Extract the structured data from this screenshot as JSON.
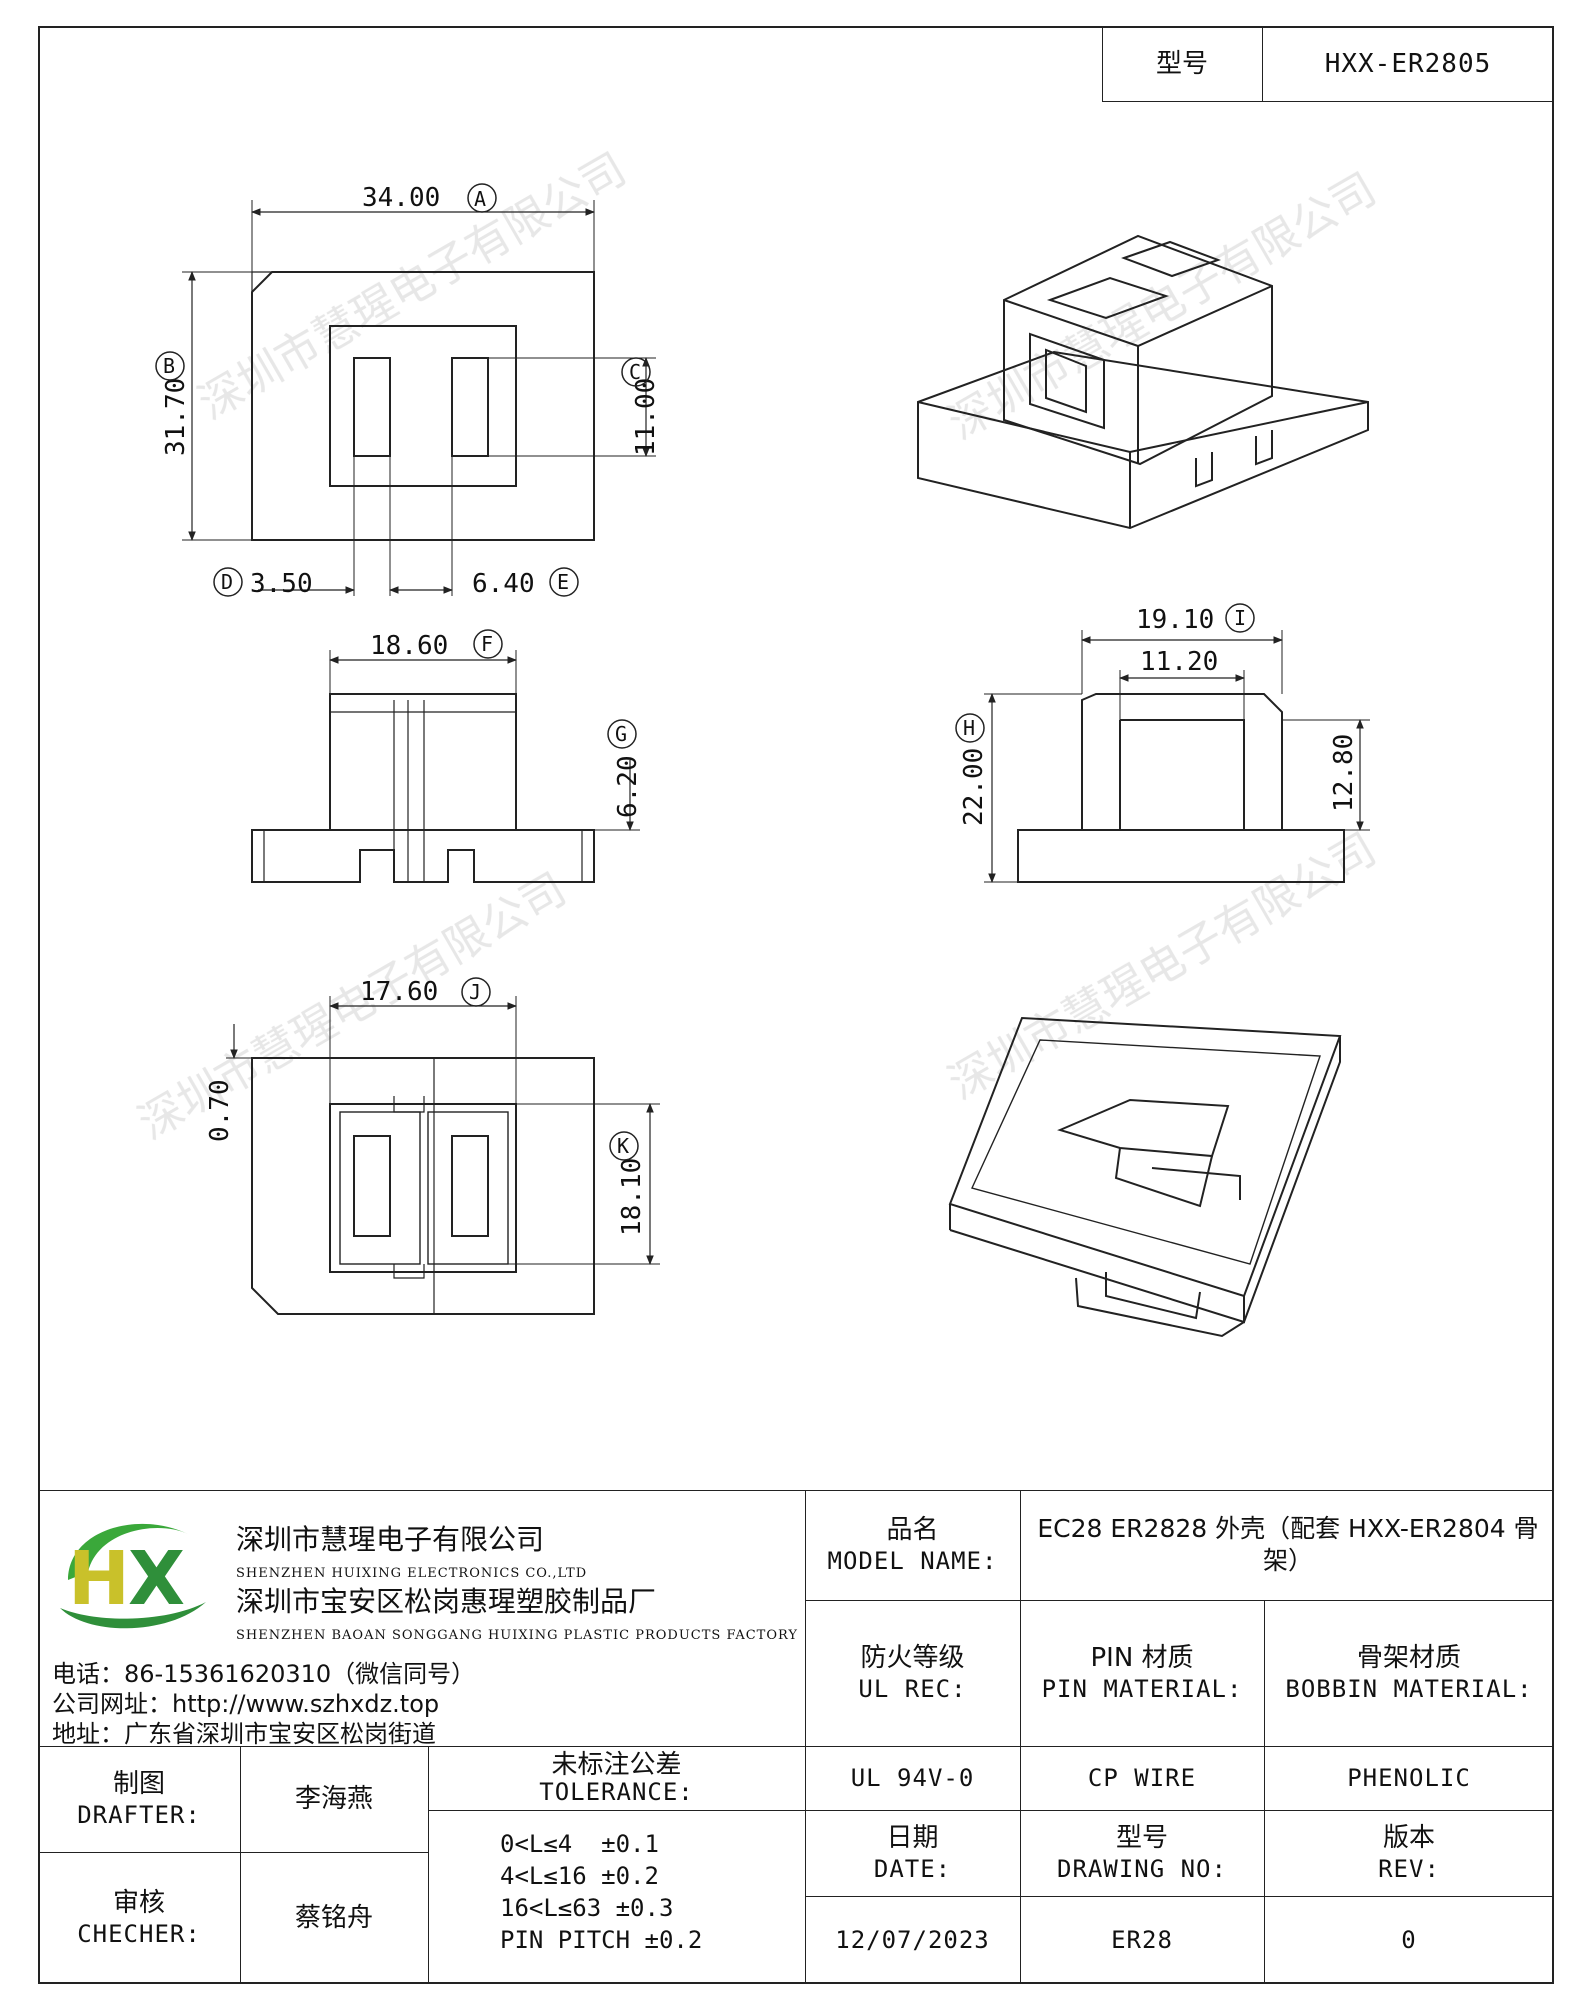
{
  "header": {
    "model_label": "型号",
    "model_value": "HXX-ER2805"
  },
  "dimensions": {
    "A": {
      "label": "A",
      "value": "34.00"
    },
    "B": {
      "label": "B",
      "value": "31.70"
    },
    "C": {
      "label": "C",
      "value": "11.00"
    },
    "D": {
      "label": "D",
      "value": "3.50"
    },
    "E": {
      "label": "E",
      "value": "6.40"
    },
    "F": {
      "label": "F",
      "value": "18.60"
    },
    "G": {
      "label": "G",
      "value": "6.20"
    },
    "H": {
      "label": "H",
      "value": "22.00"
    },
    "I": {
      "label": "I",
      "value": "19.10"
    },
    "inner_width": "11.20",
    "inner_height": "12.80",
    "J": {
      "label": "J",
      "value": "17.60"
    },
    "K": {
      "label": "K",
      "value": "18.10"
    },
    "bottom_offset": "0.70"
  },
  "watermark": "深圳市慧瑆电子有限公司",
  "company": {
    "logo_text": "HX",
    "name_cn": "深圳市慧瑆电子有限公司",
    "name_en": "SHENZHEN HUIXING ELECTRONICS CO.,LTD",
    "factory_cn": "深圳市宝安区松岗惠瑆塑胶制品厂",
    "factory_en": "SHENZHEN BAOAN SONGGANG HUIXING PLASTIC PRODUCTS FACTORY",
    "phone": "电话：86-15361620310（微信同号）",
    "website": "公司网址：http://www.szhxdz.top",
    "address": "地址：广东省深圳市宝安区松岗街道"
  },
  "title_block": {
    "model_name_cn": "品名",
    "model_name_en": "MODEL NAME:",
    "model_name_value": "EC28 ER2828 外壳（配套 HXX-ER2804 骨架）",
    "ul_cn": "防火等级",
    "ul_en": "UL REC:",
    "ul_value": "UL 94V-0",
    "pin_cn": "PIN 材质",
    "pin_en": "PIN MATERIAL:",
    "pin_value": "CP WIRE",
    "bobbin_cn": "骨架材质",
    "bobbin_en": "BOBBIN MATERIAL:",
    "bobbin_value": "PHENOLIC",
    "date_cn": "日期",
    "date_en": "DATE:",
    "date_value": "12/07/2023",
    "drawing_cn": "型号",
    "drawing_en": "DRAWING NO:",
    "drawing_value": "ER28",
    "rev_cn": "版本",
    "rev_en": "REV:",
    "rev_value": "0",
    "drafter_cn": "制图",
    "drafter_en": "DRAFTER:",
    "drafter_name": "李海燕",
    "checker_cn": "审核",
    "checker_en": "CHECHER:",
    "checker_name": "蔡铭舟",
    "tolerance_cn": "未标注公差",
    "tolerance_en": "TOLERANCE:",
    "tolerances": [
      "0<L≤4  ±0.1",
      "4<L≤16 ±0.2",
      "16<L≤63 ±0.3",
      "PIN PITCH ±0.2"
    ]
  }
}
